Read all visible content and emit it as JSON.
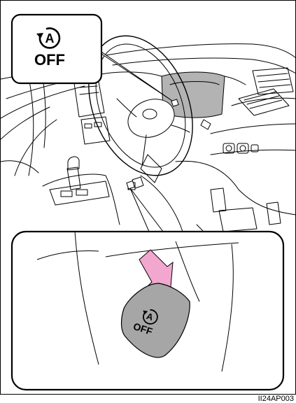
{
  "figure_code": "II24AP003",
  "callout_top": {
    "icon": "auto-start-stop-icon",
    "label": "OFF",
    "glyph": "A"
  },
  "callout_bottom": {
    "icon": "auto-start-stop-icon",
    "label": "OFF",
    "glyph": "A"
  },
  "colors": {
    "panel": "#b3b3b3",
    "switch": "#a6a6a6",
    "arrow": "#f2a7cf",
    "line": "#000000"
  }
}
